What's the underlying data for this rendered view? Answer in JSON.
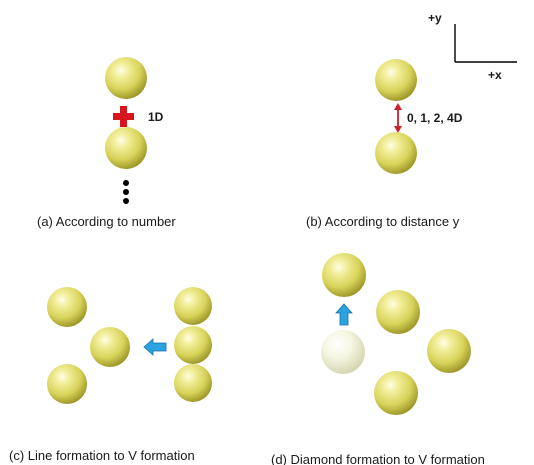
{
  "axes": {
    "y_label": "+y",
    "x_label": "+x"
  },
  "panel_a": {
    "step_label": "1D",
    "caption": "(a) According to number"
  },
  "panel_b": {
    "distance_label": "0, 1, 2, 4D",
    "caption": "(b) According to distance y"
  },
  "panel_c": {
    "caption": "(c) Line formation to V formation"
  },
  "panel_d": {
    "caption": "(d) Diamond formation to V formation"
  },
  "colors": {
    "sphere": "#d8d35a",
    "sphere_ghost": "#eeeeca",
    "plus": "#d8141c",
    "arrow_blue": "#2aa3df",
    "arrow_red": "#cc1f2a"
  }
}
